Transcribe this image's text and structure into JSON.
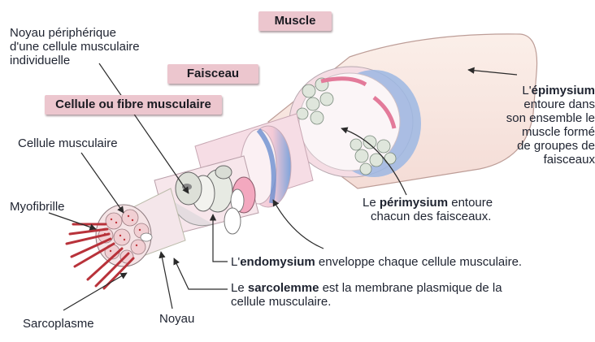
{
  "tags": {
    "muscle": "Muscle",
    "faisceau": "Faisceau",
    "cellule_fibre": "Cellule ou fibre musculaire"
  },
  "labels": {
    "noyau_peripherique": [
      "Noyau périphérique",
      "d'une cellule musculaire",
      "individuelle"
    ],
    "cellule_musculaire": "Cellule musculaire",
    "myofibrille": "Myofibrille",
    "sarcoplasme": "Sarcoplasme",
    "noyau": "Noyau",
    "epimysium": {
      "pre": "L'",
      "bold": "épimysium",
      "lines": [
        "entoure dans",
        "son ensemble le",
        "muscle formé",
        "de groupes de",
        "faisceaux"
      ]
    },
    "perimysium": {
      "pre": "Le ",
      "bold": "périmysium",
      "post": " entoure",
      "line2": "chacun des faisceaux."
    },
    "endomysium": {
      "pre": "L'",
      "bold": "endomysium",
      "post": " enveloppe chaque cellule musculaire."
    },
    "sarcolemme": {
      "pre": "Le ",
      "bold": "sarcolemme",
      "post": " est la membrane plasmique de la",
      "line2": "cellule musculaire."
    }
  },
  "colors": {
    "tag_fill": "#ecc6ce",
    "epimysium": "#f9e9e4",
    "perimysium": "#e37a9a",
    "fascicle_blue": "#8fb1e0",
    "myofibril": "#c0343b",
    "text": "#1e2330",
    "arrow": "#2a2a2a"
  }
}
